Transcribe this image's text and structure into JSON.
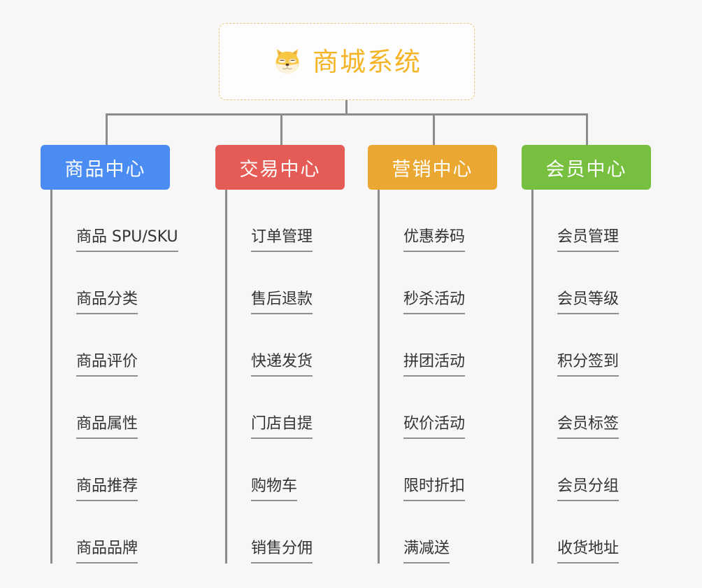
{
  "diagram": {
    "type": "tree-mindmap",
    "background_color": "#f7f7f7",
    "connector_color": "#8c8c8c",
    "root": {
      "title": "商城系统",
      "icon": "shiba-dog-face-emoji",
      "icon_glyph": "🐶",
      "text_color": "#f5b425",
      "border_color": "#f0c479",
      "background_color": "#fdfdfd"
    },
    "branches": [
      {
        "title": "商品中心",
        "color": "#4a8cf2",
        "text_color": "#ffffff",
        "items": [
          "商品 SPU/SKU",
          "商品分类",
          "商品评价",
          "商品属性",
          "商品推荐",
          "商品品牌"
        ]
      },
      {
        "title": "交易中心",
        "color": "#e55b55",
        "text_color": "#ffffff",
        "items": [
          "订单管理",
          "售后退款",
          "快递发货",
          "门店自提",
          "购物车",
          "销售分佣"
        ]
      },
      {
        "title": "营销中心",
        "color": "#eaa833",
        "text_color": "#ffffff",
        "items": [
          "优惠券码",
          "秒杀活动",
          "拼团活动",
          "砍价活动",
          "限时折扣",
          "满减送"
        ]
      },
      {
        "title": "会员中心",
        "color": "#76bf3f",
        "text_color": "#ffffff",
        "items": [
          "会员管理",
          "会员等级",
          "积分签到",
          "会员标签",
          "会员分组",
          "收货地址"
        ]
      }
    ]
  }
}
